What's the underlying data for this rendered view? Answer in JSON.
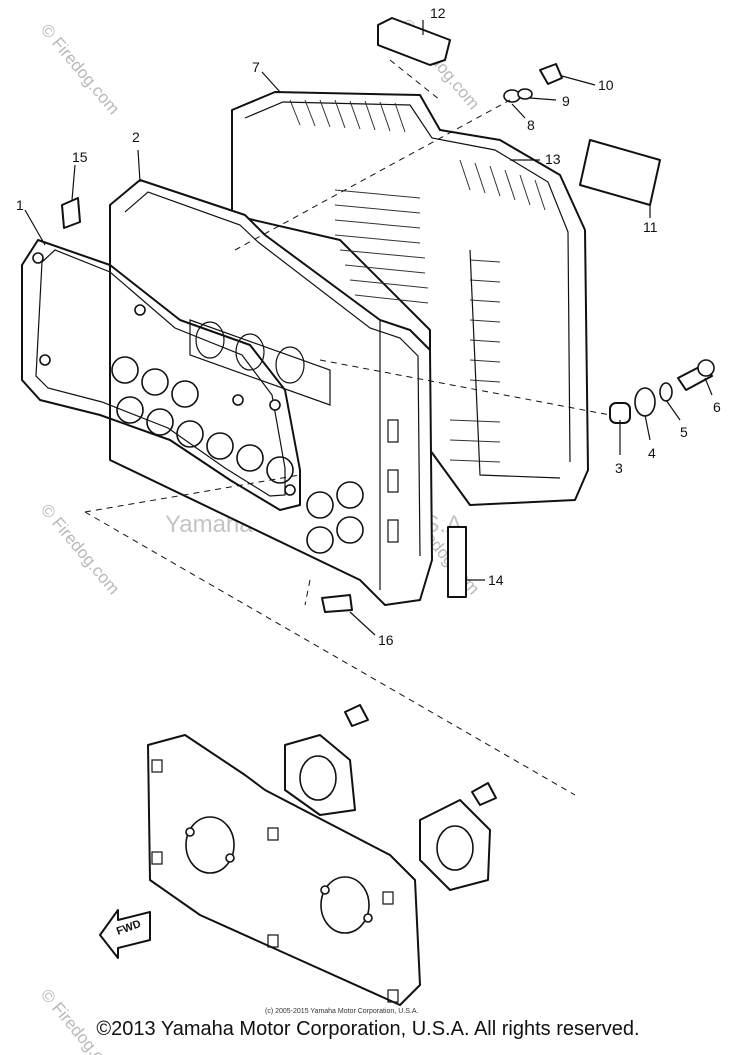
{
  "callouts": [
    "1",
    "2",
    "3",
    "4",
    "5",
    "6",
    "7",
    "8",
    "9",
    "10",
    "11",
    "12",
    "13",
    "14",
    "15",
    "16"
  ],
  "watermarks": {
    "site": "© Firedog.com",
    "corp": "Yamaha Motor Corp., U.S.A."
  },
  "small_copyright": "(c) 2005-2015 Yamaha Motor Corporation, U.S.A.",
  "fwd_label": "FWD",
  "footer": "©2013 Yamaha Motor Corporation, U.S.A. All rights reserved."
}
